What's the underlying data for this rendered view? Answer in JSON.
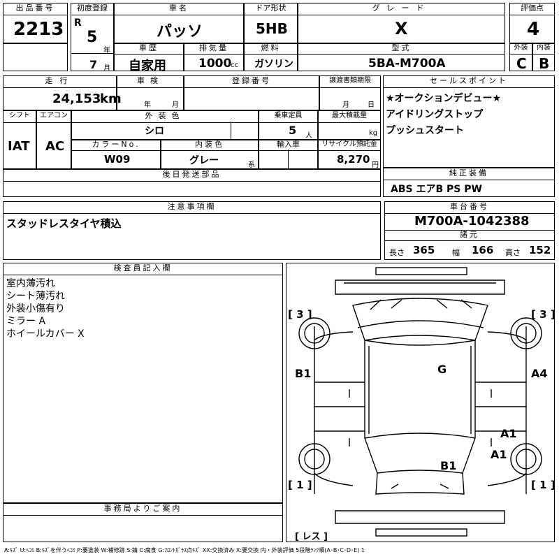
{
  "header": {
    "lot_label": "出品番号",
    "lot_value": "2213",
    "first_reg_label": "初度登録",
    "era": "R",
    "year_num": "5",
    "year_unit": "年",
    "month_num": "7",
    "month_unit": "月",
    "car_name_label": "車名",
    "car_name_value": "パッソ",
    "door_label": "ドア形状",
    "door_value": "5HB",
    "grade_label": "グレード",
    "grade_value": "X",
    "score_label": "評価点",
    "score_value": "4",
    "history_label": "車歴",
    "history_value": "自家用",
    "displacement_label": "排気量",
    "displacement_value": "1000",
    "displacement_unit": "cc",
    "fuel_label": "燃料",
    "fuel_value": "ガソリン",
    "model_label": "型式",
    "model_value": "5BA-M700A",
    "ext_label": "外装",
    "ext_value": "C",
    "int_label": "内装",
    "int_value": "B"
  },
  "row2": {
    "mileage_label": "走行",
    "mileage_value": "24,153",
    "mileage_unit": "km",
    "inspection_label": "車検",
    "insp_year_unit": "年",
    "insp_month_unit": "月",
    "reg_no_label": "登録番号",
    "transfer_label": "譲渡書類期限",
    "transfer_month_unit": "月",
    "transfer_day_unit": "日",
    "selling_label": "セールスポイント",
    "selling_points": [
      "★オークションデビュー★",
      "アイドリングストップ",
      "プッシュスタート"
    ],
    "shift_label": "シフト",
    "shift_value": "IAT",
    "ac_label": "エアコン",
    "ac_value": "AC",
    "ext_color_label": "外装色",
    "ext_color_value": "シロ",
    "capacity_label": "乗車定員",
    "capacity_value": "5",
    "capacity_unit": "人",
    "max_load_label": "最大積載量",
    "max_load_unit": "kg",
    "color_no_label": "カラーNo.",
    "color_no_value": "W09",
    "int_color_label": "内装色",
    "int_color_value": "グレー",
    "int_color_suffix": "系",
    "import_label": "輸入車",
    "recycle_label": "リサイクル預託金",
    "recycle_value": "8,270",
    "recycle_unit": "円",
    "later_parts_label": "後日発送部品",
    "equipment_label": "純正装備",
    "equipment_value": "ABS エアB PS PW"
  },
  "notes": {
    "label": "注意事項欄",
    "value": "スタッドレスタイヤ積込"
  },
  "chassis": {
    "label": "車台番号",
    "value": "M700A-1042388",
    "spec_label": "諸元",
    "length_label": "長さ",
    "length_value": "365",
    "width_label": "幅",
    "width_value": "166",
    "height_label": "高さ",
    "height_value": "152"
  },
  "inspector": {
    "label": "検査員記入欄",
    "lines": [
      "室内薄汚れ",
      "シート薄汚れ",
      "外装小傷有り",
      "ミラー A",
      "ホイールカバー X"
    ]
  },
  "office": {
    "label": "事務局よりご案内"
  },
  "diagram": {
    "tl": "[ 3 ]",
    "tr": "[ 3 ]",
    "bl": "[ 1 ]",
    "br": "[ 1 ]",
    "bc": "[ レス ]",
    "marks": {
      "g": "G",
      "b1_left": "B1",
      "a4": "A4",
      "a1_top": "A1",
      "a1_bottom": "A1",
      "b1_bottom": "B1"
    }
  },
  "legend": "A:ｷｽﾞ  U:ﾍｺﾐ  B:ｷｽﾞを伴うﾍｺﾐ  P:要塗装  W:補修跡  S:錆  C:腐食  G:ﾌﾛﾝﾄｶﾞﾗｽ点ｷｽﾞ  XX:交換済み  X:要交換   内・外装評価  5段階ﾗﾝｸ順(A･B･C･D･E) 1"
}
